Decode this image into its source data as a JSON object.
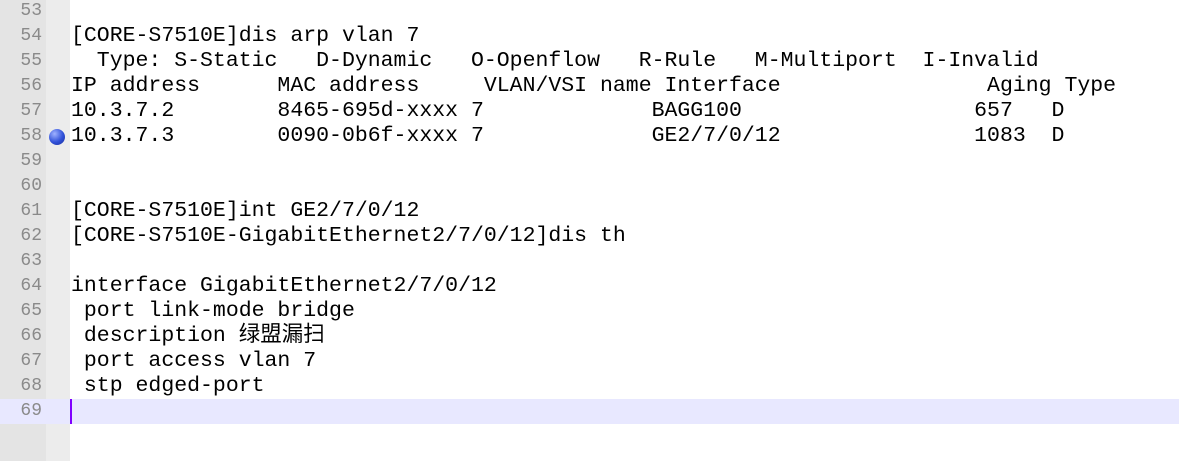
{
  "editor": {
    "lines": [
      {
        "number": "53",
        "text": ""
      },
      {
        "number": "54",
        "text": "[CORE-S7510E]dis arp vlan 7"
      },
      {
        "number": "55",
        "text": "  Type: S-Static   D-Dynamic   O-Openflow   R-Rule   M-Multiport  I-Invalid"
      },
      {
        "number": "56",
        "text": "IP address      MAC address     VLAN/VSI name Interface                Aging Type"
      },
      {
        "number": "57",
        "text": "10.3.7.2        8465-695d-xxxx 7             BAGG100                  657   D"
      },
      {
        "number": "58",
        "text": "10.3.7.3        0090-0b6f-xxxx 7             GE2/7/0/12               1083  D",
        "bookmark": true
      },
      {
        "number": "59",
        "text": ""
      },
      {
        "number": "60",
        "text": ""
      },
      {
        "number": "61",
        "text": "[CORE-S7510E]int GE2/7/0/12"
      },
      {
        "number": "62",
        "text": "[CORE-S7510E-GigabitEthernet2/7/0/12]dis th"
      },
      {
        "number": "63",
        "text": ""
      },
      {
        "number": "64",
        "text": "interface GigabitEthernet2/7/0/12"
      },
      {
        "number": "65",
        "text": " port link-mode bridge"
      },
      {
        "number": "66",
        "text": " description 绿盟漏扫"
      },
      {
        "number": "67",
        "text": " port access vlan 7"
      },
      {
        "number": "68",
        "text": " stp edged-port"
      },
      {
        "number": "69",
        "text": "",
        "current": true
      }
    ],
    "colors": {
      "current_line": "#e8e8ff",
      "caret": "#8000ff",
      "bookmark": "#3050d8"
    }
  }
}
